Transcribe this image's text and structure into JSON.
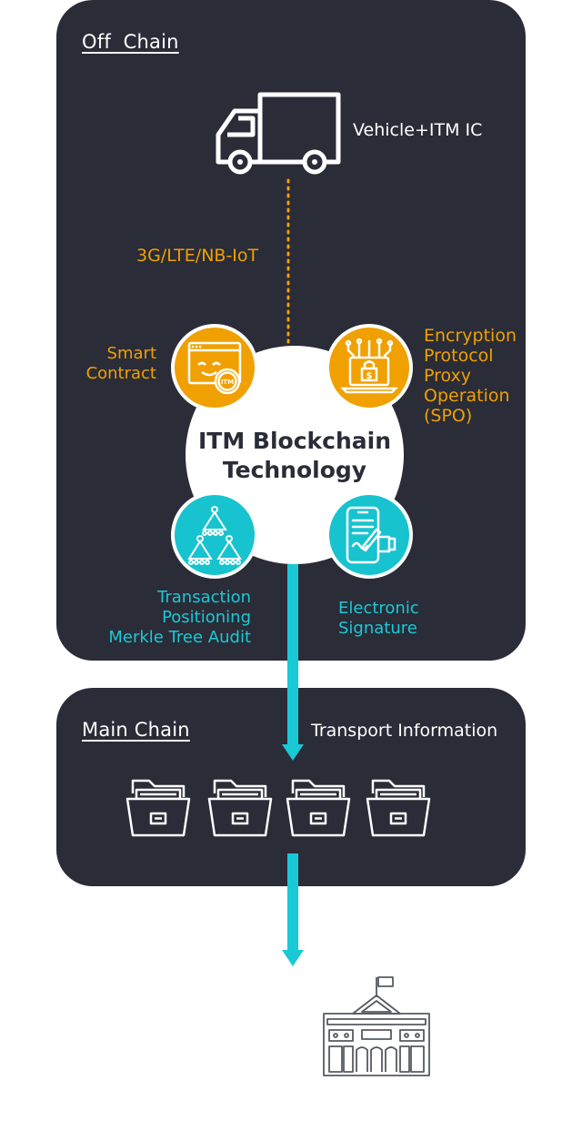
{
  "off_chain": {
    "title": "Off  Chain",
    "vehicle_label": "Vehicle+ITM IC",
    "network_label": "3G/LTE/NB-IoT",
    "center_title": [
      "ITM Blockchain",
      "Technology"
    ],
    "smart_contract": [
      "Smart",
      "Contract"
    ],
    "itm_badge": "ITM",
    "encryption": [
      "Encryption",
      "Protocol",
      "Proxy",
      "Operation",
      "(SPO)"
    ],
    "transaction": [
      "Transaction",
      "Positioning",
      "Merkle Tree Audit"
    ],
    "signature": [
      "Electronic",
      "Signature"
    ]
  },
  "main_chain": {
    "title": "Main Chain",
    "transport_label": "Transport Information"
  },
  "colors": {
    "panel": "#2a2c38",
    "orange": "#f0a000",
    "teal": "#19c9d6",
    "white": "#ffffff"
  },
  "icons": [
    "truck-icon",
    "smart-contract-icon",
    "encryption-icon",
    "merkle-tree-icon",
    "signature-icon",
    "folder-icon",
    "government-building-icon"
  ]
}
